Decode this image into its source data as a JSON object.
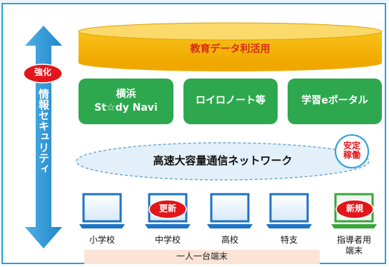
{
  "security_axis": {
    "label": "情報セキュリティ",
    "badge": "強化"
  },
  "data_layer": {
    "label": "教育データ利活用"
  },
  "platforms": [
    {
      "line1": "横浜",
      "line2": "St☆dy Navi"
    },
    {
      "line1": "ロイロノート等",
      "line2": ""
    },
    {
      "line1": "学習eポータル",
      "line2": ""
    }
  ],
  "network": {
    "label": "高速大容量通信ネットワーク",
    "badge_line1": "安定",
    "badge_line2": "稼働"
  },
  "devices": [
    {
      "label": "小学校",
      "badge": ""
    },
    {
      "label": "中学校",
      "badge": "更新"
    },
    {
      "label": "高校",
      "badge": ""
    },
    {
      "label": "特支",
      "badge": ""
    },
    {
      "label": "指導者用",
      "label2": "端末",
      "badge": "新規"
    }
  ],
  "footer": {
    "label": "一人一台端末"
  },
  "colors": {
    "frame": "#2aa0d8",
    "axis_arrow": "#2e9ad8",
    "badge_red": "#e3161b",
    "cylinder": "#f5b800",
    "cylinder_top": "#fbd96a",
    "platform_green": "#2ea84e",
    "laptop_blue": "#1f73c4",
    "laptop_green": "#3aa63b",
    "network_fill": "#e3f0fa",
    "footer_band": "#fbe3d6"
  }
}
